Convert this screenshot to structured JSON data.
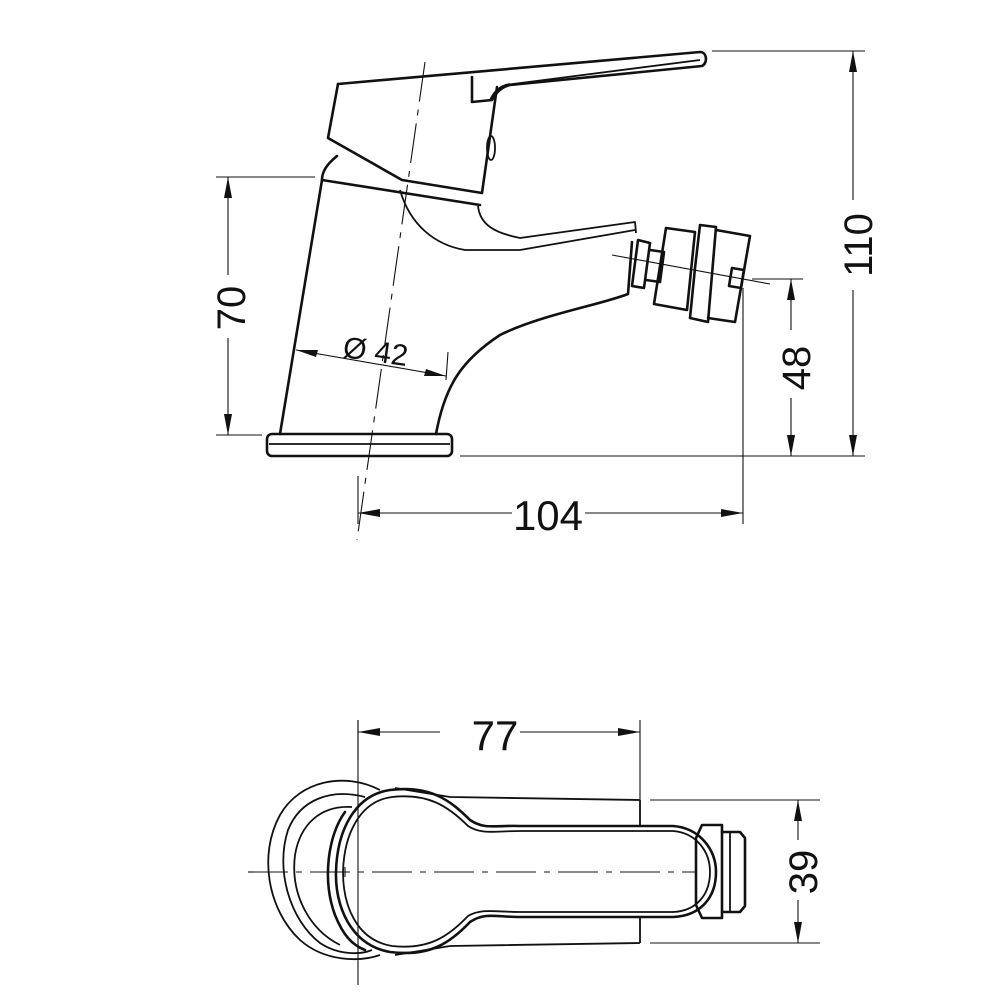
{
  "drawing": {
    "title": "Bidet mixer dimensional drawing",
    "line_color": "#111111",
    "background": "#ffffff",
    "views": [
      {
        "name": "side-view",
        "description": "Side elevation of single-lever bidet mixer"
      },
      {
        "name": "top-view",
        "description": "Plan view of bidet mixer"
      }
    ]
  },
  "dimensions": {
    "side_view": {
      "body_height": "70",
      "body_diameter": "Ø 42",
      "total_height": "110",
      "aerator_height": "48",
      "projection_length": "104"
    },
    "top_view": {
      "length": "77",
      "width": "39"
    }
  }
}
